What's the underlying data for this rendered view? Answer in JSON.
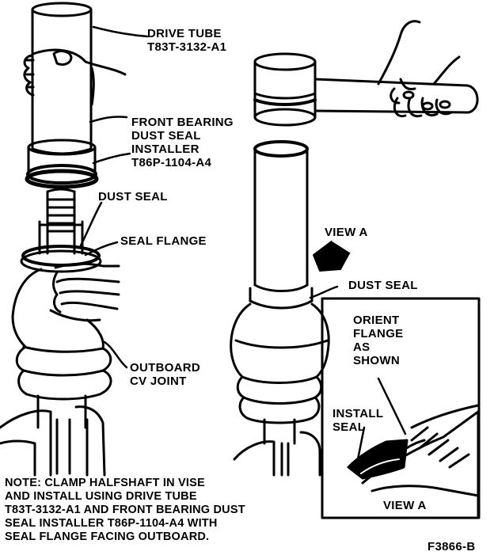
{
  "labels": {
    "drive_tube": [
      "DRIVE TUBE",
      "T83T-3132-A1"
    ],
    "front_bearing": [
      "FRONT BEARING",
      "DUST SEAL",
      "INSTALLER",
      "T86P-1104-A4"
    ],
    "dust_seal_left": "DUST SEAL",
    "seal_flange": "SEAL FLANGE",
    "outboard_cv": [
      "OUTBOARD",
      "CV JOINT"
    ],
    "view_a_top": "VIEW A",
    "dust_seal_right": "DUST SEAL",
    "orient": [
      "ORIENT",
      "FLANGE",
      "AS",
      "SHOWN"
    ],
    "install_seal": [
      "INSTALL",
      "SEAL"
    ],
    "view_a_inset": "VIEW A",
    "figure_id": "F3866-B"
  },
  "note": [
    "NOTE: CLAMP HALFSHAFT IN VISE",
    "AND INSTALL USING DRIVE TUBE",
    "T83T-3132-A1 AND FRONT BEARING DUST",
    "SEAL INSTALLER T86P-1104-A4 WITH",
    "SEAL FLANGE FACING OUTBOARD."
  ],
  "colors": {
    "ink": "#000000",
    "paper": "#ffffff"
  }
}
